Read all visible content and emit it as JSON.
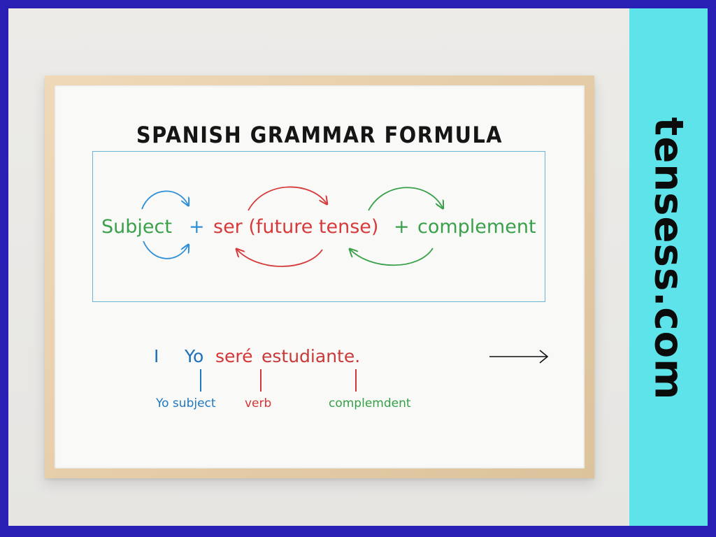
{
  "site": {
    "name": "tensess.com"
  },
  "poster": {
    "title": "SPANISH GRAMMAR FORMULA",
    "formula": {
      "subject": "Subject",
      "plus1": "+",
      "verb": "ser (future tense)",
      "plus2": "+",
      "complement": "complement"
    },
    "example": {
      "pronoun": "I",
      "subject": "Yo",
      "verb": "seré",
      "complement": "estudiante."
    },
    "annotations": {
      "subject": "Yo subject",
      "verb": "verb",
      "complement": "complemdent"
    }
  },
  "colors": {
    "subject": "#3aa04a",
    "formula_verb": "#d63a3a",
    "formula_complement": "#3aa04a",
    "example_subject": "#1f6fb8",
    "example_verb": "#d43636",
    "example_complement": "#c83a3a",
    "annotation_subject": "#1f78c0",
    "annotation_verb": "#d43636",
    "annotation_complement": "#34a046",
    "box_border": "#6ab4d8",
    "side_panel": "#5ee3ea",
    "background_border": "#2a1fb4"
  }
}
